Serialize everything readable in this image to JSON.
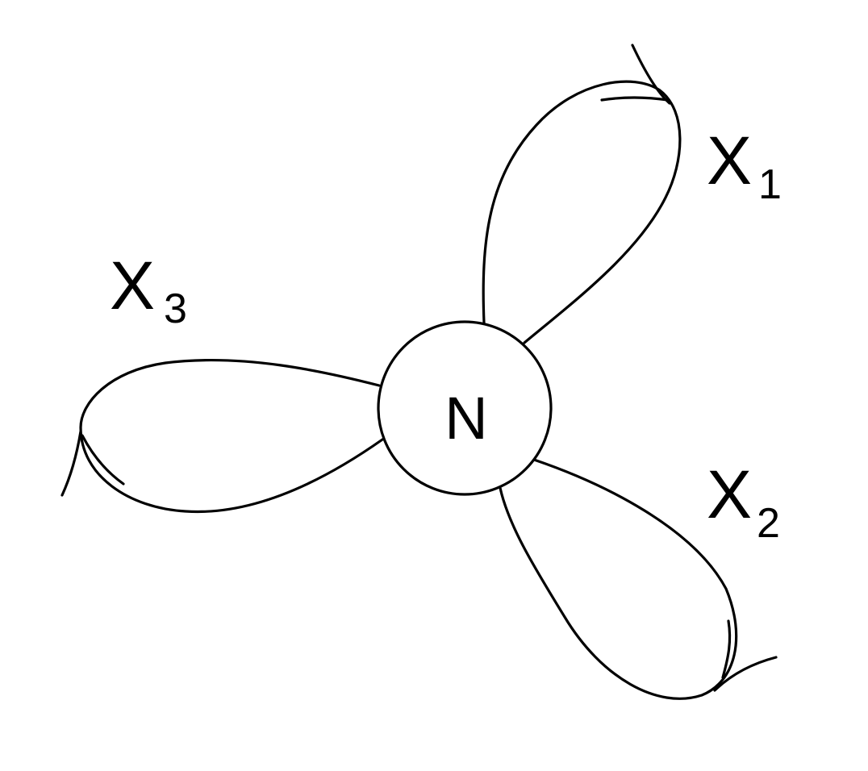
{
  "diagram": {
    "center_atom": {
      "label": "N"
    },
    "substituents": [
      {
        "id": "x1",
        "letter": "X",
        "subscript": "1"
      },
      {
        "id": "x2",
        "letter": "X",
        "subscript": "2"
      },
      {
        "id": "x3",
        "letter": "X",
        "subscript": "3"
      }
    ]
  },
  "colors": {
    "stroke": "#000000",
    "background": "#ffffff"
  }
}
